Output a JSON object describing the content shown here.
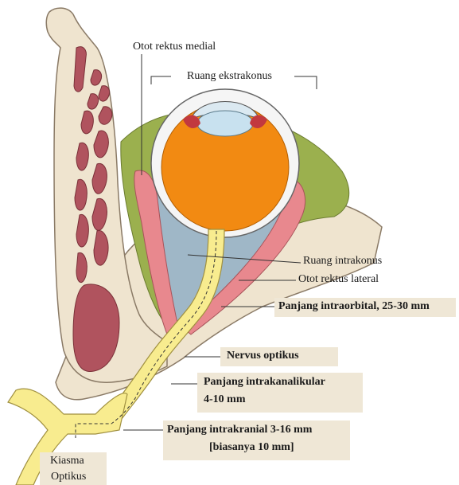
{
  "labels": {
    "rectus_medial": "Otot rektus medial",
    "extraconal": "Ruang ekstrakonus",
    "intraconal": "Ruang intrakonus",
    "rectus_lateral": "Otot rektus lateral",
    "intraorbital": "Panjang intraorbital, 25-30 mm",
    "optic_nerve": "Nervus optikus",
    "intracanalicular_1": "Panjang intrakanalikular",
    "intracanalicular_2": "4-10 mm",
    "intracranial_1": "Panjang intrakranial 3-16 mm",
    "intracranial_2": "[biasanya 10 mm]",
    "chiasm_1": "Kiasma",
    "chiasm_2": "Optikus"
  },
  "colors": {
    "bone": "#efe4cf",
    "bone_outline": "#8a7a66",
    "marrow": "#b0535e",
    "fat": "#9bb04e",
    "cone": "#9fb7c7",
    "muscle": "#e8888e",
    "globe": "#f28a12",
    "lens": "#c8e1ef",
    "nerve": "#f8ec8f",
    "label_box": "#efe7d6"
  }
}
